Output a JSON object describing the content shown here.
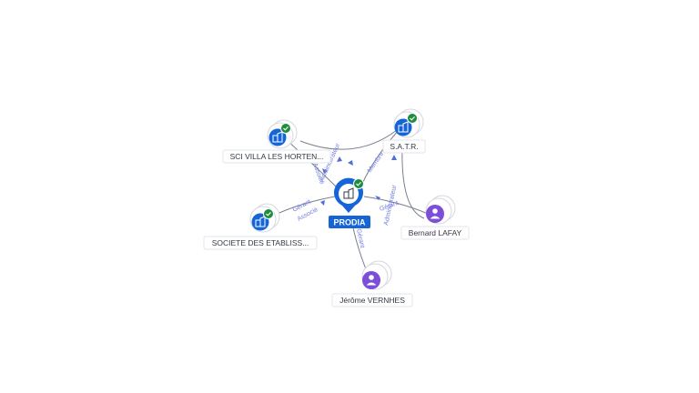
{
  "graph": {
    "center": {
      "label": "PRODIA",
      "icon": "building-icon",
      "status": "verified-check-icon"
    },
    "companies": [
      {
        "id": "sci",
        "label": "SCI VILLA LES HORTEN...",
        "icon": "building-icon",
        "status": "verified-check-icon"
      },
      {
        "id": "satr",
        "label": "S.A.T.R.",
        "icon": "building-icon",
        "status": "verified-check-icon"
      },
      {
        "id": "societe",
        "label": "SOCIETE DES ETABLISS...",
        "icon": "building-icon",
        "status": "verified-check-icon"
      }
    ],
    "persons": [
      {
        "id": "lafay",
        "label": "Bernard LAFAY",
        "icon": "person-icon"
      },
      {
        "id": "vernhes",
        "label": "Jérôme VERNHES",
        "icon": "person-icon"
      }
    ],
    "edge_labels": {
      "sci_a": "Associé",
      "sci_b": "Administrateur",
      "satr_a": "Membre",
      "societe_a": "Gérant",
      "societe_b": "Associé",
      "lafay_prodia": "Administrateur",
      "lafay_satr": "Gérant",
      "vernhes_prodia": "Gérant"
    }
  },
  "colors": {
    "company": "#1565d8",
    "person": "#7c4dd6",
    "check": "#1e8e3e",
    "edge": "#7b7f8f",
    "edge_label": "#6f7be0"
  }
}
